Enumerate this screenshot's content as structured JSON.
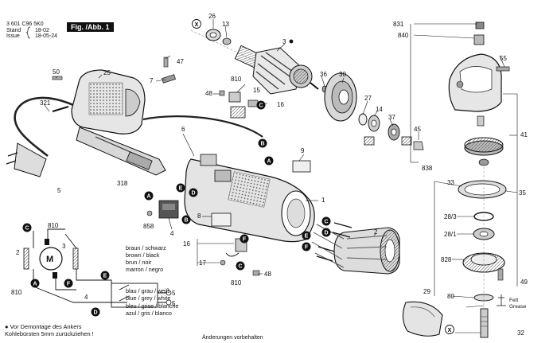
{
  "header": {
    "part_no": "3 601 C96 5K0",
    "stand_label": "Stand",
    "issue_label": "Issue",
    "stand_value": "18-02",
    "issue_value": "18-05-24",
    "figure": "Fig. /Abb. 1"
  },
  "callouts": {
    "c26": "26",
    "c13": "13",
    "c3": "3",
    "c831": "831",
    "c840": "840",
    "c47": "47",
    "c7": "7",
    "c50": "50",
    "c25": "25",
    "c55": "55",
    "c36": "36",
    "c30": "30",
    "c810a": "810",
    "c48a": "48",
    "c15": "15",
    "c16a": "16",
    "c27": "27",
    "c14": "14",
    "c37": "37",
    "c45": "45",
    "c41": "41",
    "c321": "321",
    "c6": "6",
    "c9": "9",
    "c838": "838",
    "c5": "5",
    "c318": "318",
    "c1": "1",
    "c33": "33",
    "c35": "35",
    "c8": "8",
    "c28_3": "28/3",
    "c858": "858",
    "c4": "4",
    "c2": "2",
    "c28_1": "28/1",
    "c16b": "16",
    "c17": "17",
    "c828": "828",
    "c810b": "810",
    "c48b": "48",
    "c49": "49",
    "c29": "29",
    "c80": "80",
    "c32": "32",
    "m810a": "810",
    "m3": "3",
    "m2": "2",
    "m810b": "810",
    "m5a": "5",
    "m5b": "5",
    "m4": "4",
    "mM": "M",
    "grease_de": "Fett",
    "grease_en": "Grease"
  },
  "markers": {
    "circleX": "X",
    "A": "A",
    "B": "B",
    "C": "C",
    "D": "D",
    "E": "E",
    "F": "F"
  },
  "legend": {
    "lines": [
      "braun  / schwarz",
      "brown  / black",
      "brun   / noir",
      "marron / negro",
      "blau / grau / weiß",
      "blue / grey / white",
      "bleu / grise / blanche",
      "azul / gris  / blanco"
    ]
  },
  "note": {
    "line1": "Vor Demontage des Ankers",
    "line2": "Kohlebürsten 5mm zurückziehen !"
  },
  "footer": "Änderungen vorbehalten"
}
